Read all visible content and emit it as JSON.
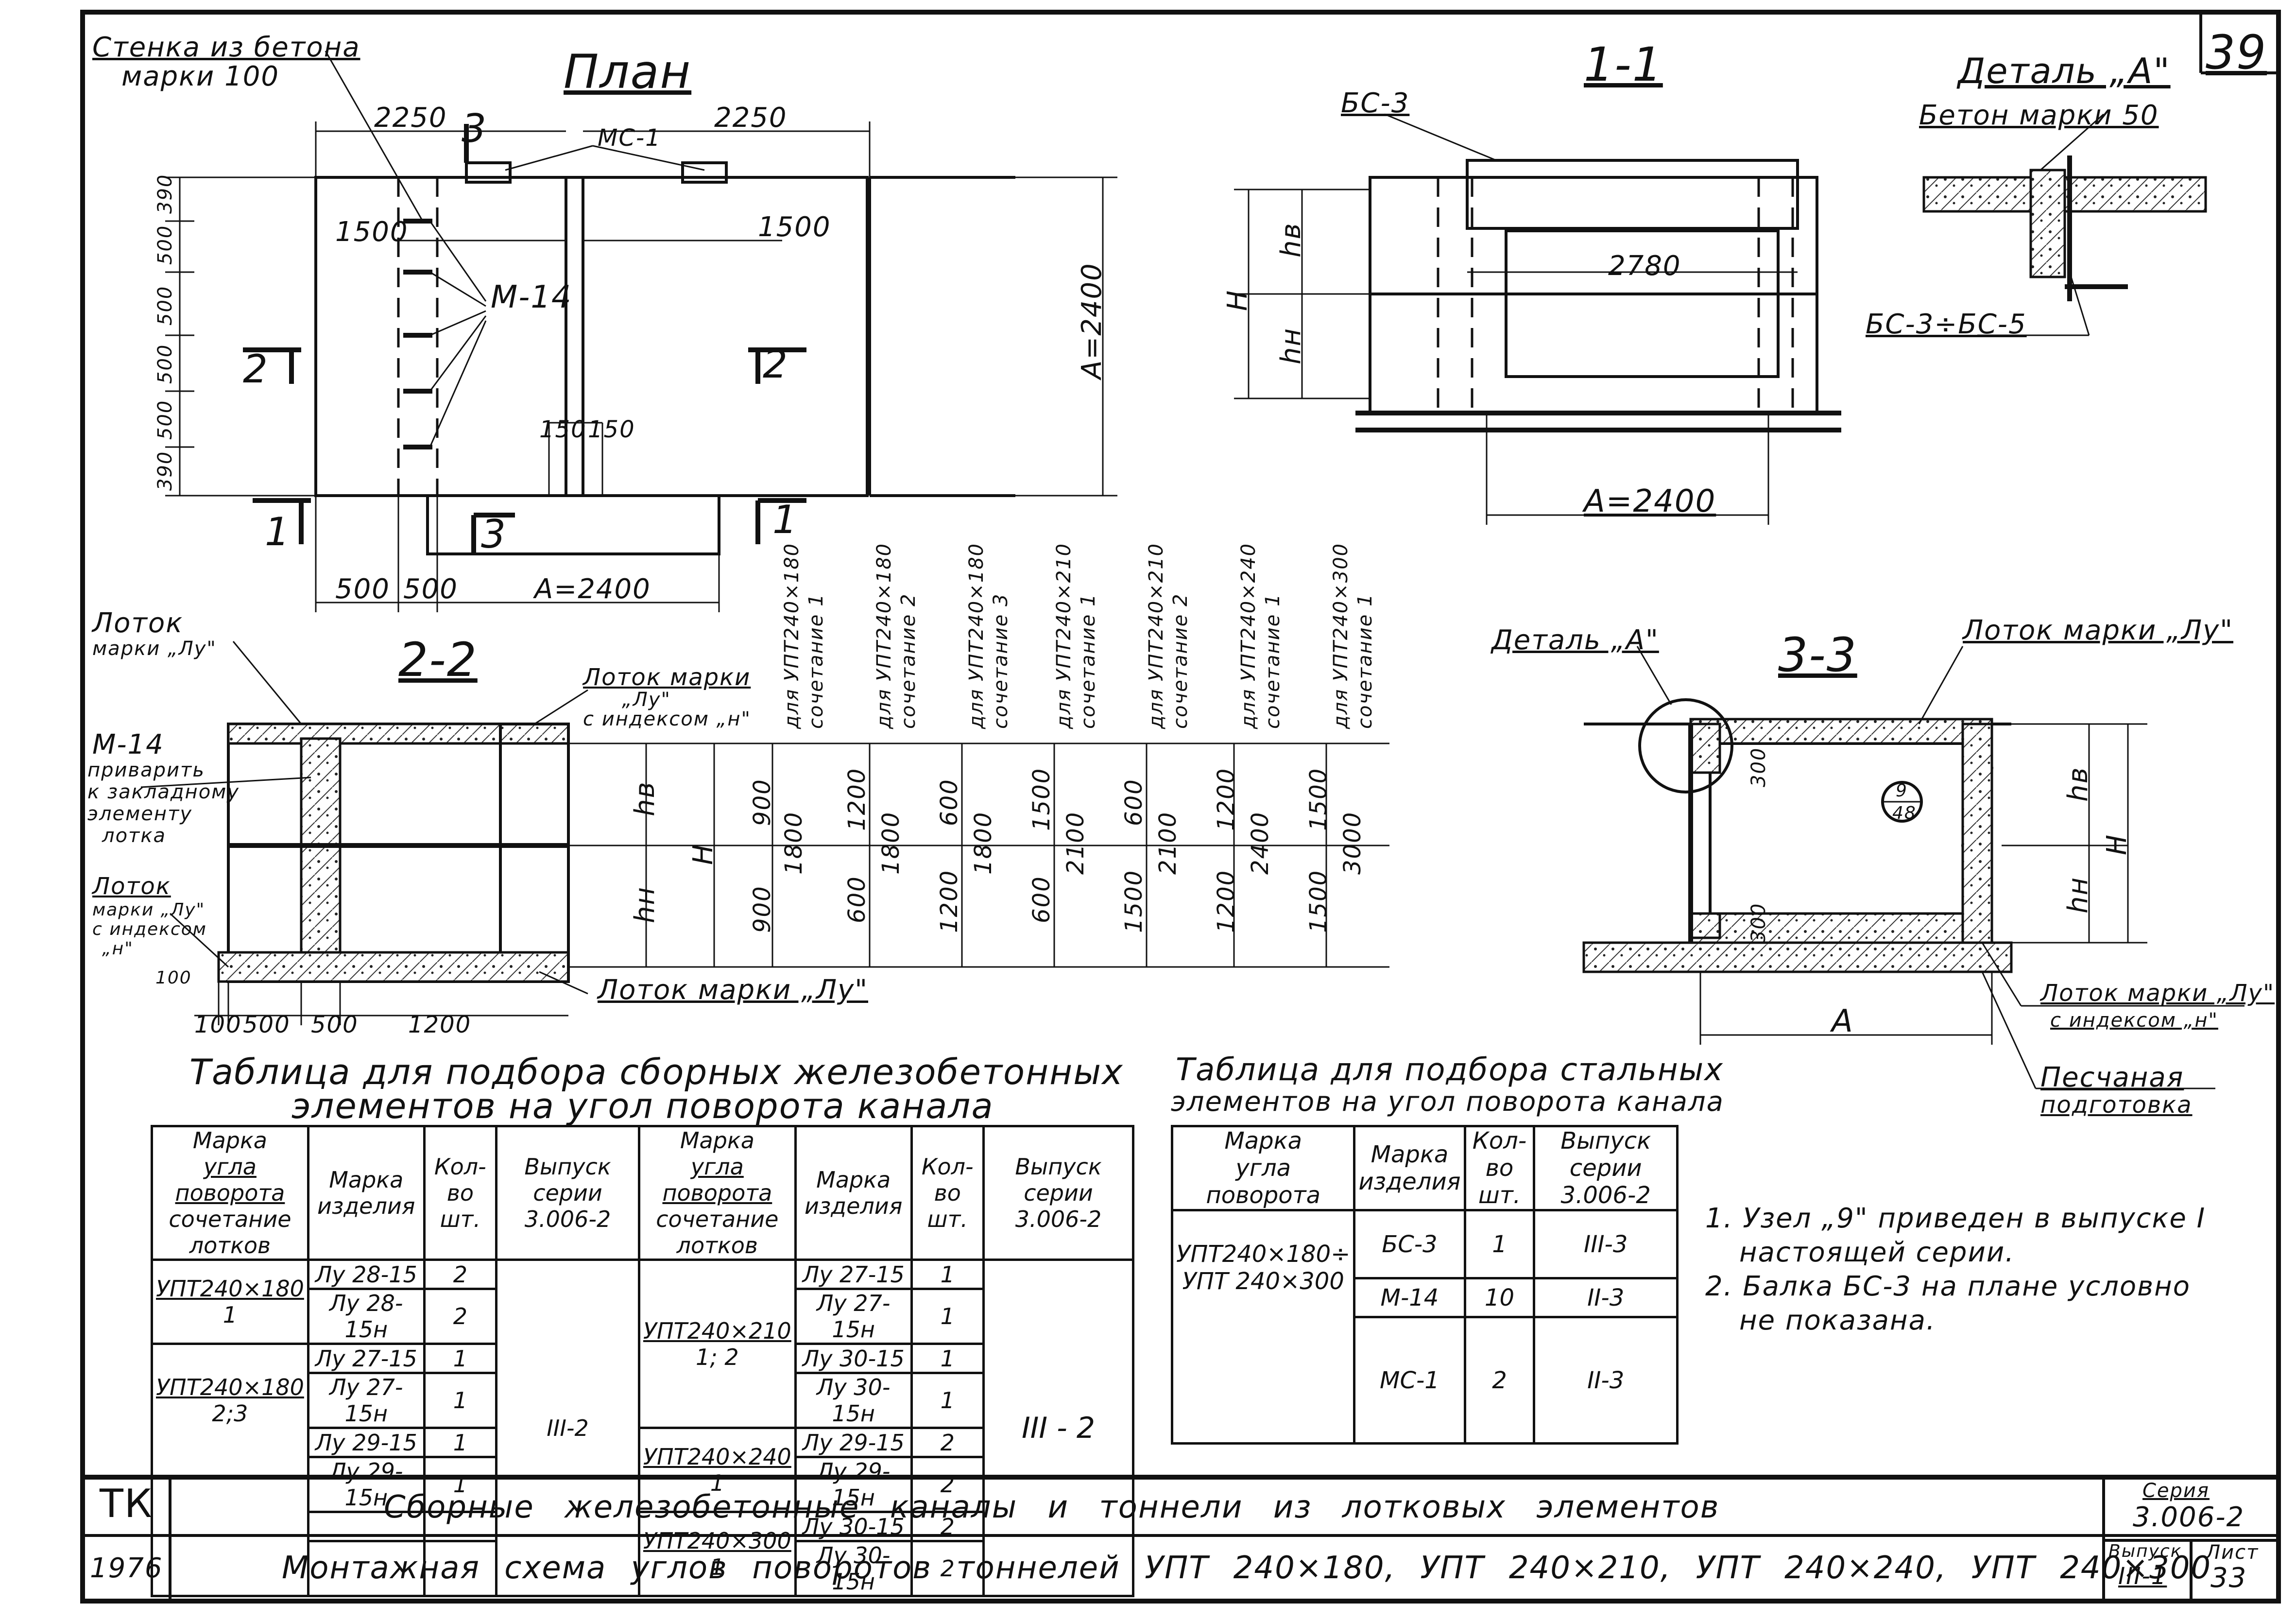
{
  "sheet_number": "39",
  "plan": {
    "title": "План",
    "wall_label": "Стенка из бетона марки 100",
    "wall_label_line1": "Стенка из бетона",
    "wall_label_line2": "марки 100",
    "dims_top": [
      "2250",
      "2250"
    ],
    "ms1": "МС-1",
    "m14": "М-14",
    "dim_1500_a": "1500",
    "dim_1500_b": "1500",
    "left_dims": [
      "390",
      "500",
      "500",
      "500",
      "500",
      "390"
    ],
    "a2400": "А=2400",
    "a2400_bottom": "А=2400",
    "dim_150_a": "150",
    "dim_150_b": "150",
    "bottom_dims": [
      "500",
      "500"
    ],
    "section_marks": [
      "1",
      "2",
      "2",
      "3",
      "3",
      "1"
    ]
  },
  "section_1_1": {
    "title": "1-1",
    "bs3": "БС-3",
    "dim_2780": "2780",
    "h": "Н",
    "hv": "hв",
    "hn": "hн",
    "a2400": "А=2400"
  },
  "detail_a": {
    "title": "Деталь „А\"",
    "concrete_label": "Бетон марки 50",
    "beam_label": "БС-3÷БС-5"
  },
  "section_2_2": {
    "title": "2-2",
    "tray_lu": "Лоток марки „Лу\"",
    "tray_lu_line1": "Лоток",
    "tray_lu_line2": "марки „Лу\"",
    "tray_index_top_1": "Лоток марки",
    "tray_index_top_2": "„Лу\"",
    "tray_index_top_3": "с индексом „н\"",
    "m14": "М-14",
    "weld_1": "приварить",
    "weld_2": "к закладному",
    "weld_3": "элементу",
    "weld_4": "лотка",
    "tray_n_1": "Лоток",
    "tray_n_2": "марки „Лу\"",
    "tray_n_3": "с индексом",
    "tray_n_4": "„н\"",
    "bottom_tray": "Лоток марки „Лу\"",
    "dims_bottom": [
      "100",
      "500",
      "500",
      "1200"
    ],
    "dim_100": "100",
    "hv": "hв",
    "hn": "hн",
    "h": "Н",
    "columns": [
      {
        "head1": "для УПТ240×180",
        "head2": "сочетание 1",
        "hv": "900",
        "h": "1800",
        "hn": "900"
      },
      {
        "head1": "для УПТ240×180",
        "head2": "сочетание 2",
        "hv": "1200",
        "h": "1800",
        "hn": "600"
      },
      {
        "head1": "для УПТ240×180",
        "head2": "сочетание 3",
        "hv": "600",
        "h": "1800",
        "hn": "1200"
      },
      {
        "head1": "для УПТ240×210",
        "head2": "сочетание 1",
        "hv": "1500",
        "h": "2100",
        "hn": "600"
      },
      {
        "head1": "для УПТ240×210",
        "head2": "сочетание 2",
        "hv": "600",
        "h": "2100",
        "hn": "1500"
      },
      {
        "head1": "для УПТ240×240",
        "head2": "сочетание 1",
        "hv": "1200",
        "h": "2400",
        "hn": "1200"
      },
      {
        "head1": "для УПТ240×300",
        "head2": "сочетание 1",
        "hv": "1500",
        "h": "3000",
        "hn": "1500"
      }
    ]
  },
  "section_3_3": {
    "title": "3-3",
    "detail_ref": "Деталь „А\"",
    "tray_lu": "Лоток марки „Лу\"",
    "node_top": "9",
    "node_bottom": "48",
    "dim_300_a": "300",
    "dim_300_b": "300",
    "hv": "hв",
    "hn": "hн",
    "h": "Н",
    "a": "А",
    "tray_index_1": "Лоток марки „Лу\"",
    "tray_index_2": "с индексом „н\"",
    "sand_1": "Песчаная",
    "sand_2": "подготовка"
  },
  "table1": {
    "title_1": "Таблица для подбора сборных железобетонных",
    "title_2": "элементов на угол поворота канала",
    "headers": {
      "mark1": "Марка",
      "mark2": "угла поворота",
      "mark3": "сочетание",
      "mark4": "лотков",
      "item1": "Марка",
      "item2": "изделия",
      "qty1": "Кол-во",
      "qty2": "шт.",
      "issue1": "Выпуск",
      "issue2": "серии 3.006-2"
    },
    "left": {
      "g1_mark": "УПТ240×180",
      "g1_comb": "1",
      "g2_mark": "УПТ240×180",
      "g2_comb": "2;3",
      "rows": [
        {
          "item": "Лу 28-15",
          "qty": "2"
        },
        {
          "item": "Лу 28-15н",
          "qty": "2"
        },
        {
          "item": "Лу 27-15",
          "qty": "1"
        },
        {
          "item": "Лу 27-15н",
          "qty": "1"
        },
        {
          "item": "Лу 29-15",
          "qty": "1"
        },
        {
          "item": "Лу 29-15н",
          "qty": "1"
        }
      ],
      "issue": "III-2"
    },
    "right": {
      "g1_mark": "УПТ240×210",
      "g1_comb": "1; 2",
      "g2_mark": "УПТ240×240",
      "g2_comb": "1",
      "g3_mark": "УПТ240×300",
      "g3_comb": "1",
      "rows": [
        {
          "item": "Лу 27-15",
          "qty": "1"
        },
        {
          "item": "Лу 27-15н",
          "qty": "1"
        },
        {
          "item": "Лу 30-15",
          "qty": "1"
        },
        {
          "item": "Лу 30-15н",
          "qty": "1"
        },
        {
          "item": "Лу 29-15",
          "qty": "2"
        },
        {
          "item": "Лу 29-15н",
          "qty": "2"
        },
        {
          "item": "Лу 30-15",
          "qty": "2"
        },
        {
          "item": "Лу 30-15н",
          "qty": "2"
        }
      ],
      "issue": "III - 2"
    }
  },
  "table2": {
    "title_1": "Таблица для подбора стальных",
    "title_2": "элементов на угол поворота канала",
    "headers": {
      "mark1": "Марка",
      "mark2": "угла поворота",
      "item1": "Марка",
      "item2": "изделия",
      "qty1": "Кол-во",
      "qty2": "шт.",
      "issue1": "Выпуск",
      "issue2": "серии 3.006-2"
    },
    "mark_1": "УПТ240×180÷",
    "mark_2": "УПТ 240×300",
    "rows": [
      {
        "item": "БС-3",
        "qty": "1",
        "issue": "III-3"
      },
      {
        "item": "М-14",
        "qty": "10",
        "issue": "II-3"
      },
      {
        "item": "МС-1",
        "qty": "2",
        "issue": "II-3"
      }
    ]
  },
  "notes": [
    "1. Узел „9\" приведен в выпуске I",
    "настоящей серии.",
    "2. Балка БС-3 на плане условно",
    "не показана."
  ],
  "title_block": {
    "org": "ТК",
    "year": "1976",
    "line1": "Сборные железобетонные каналы и тоннели из лотковых элементов",
    "line2": "Монтажная схема углов поворотов тоннелей УПТ 240×180, УПТ 240×210, УПТ 240×240, УПТ 240×300",
    "series_label": "Серия",
    "series": "3.006-2",
    "issue_label": "Выпуск",
    "issue": "III-1",
    "sheet_label": "Лист",
    "sheet": "33"
  }
}
